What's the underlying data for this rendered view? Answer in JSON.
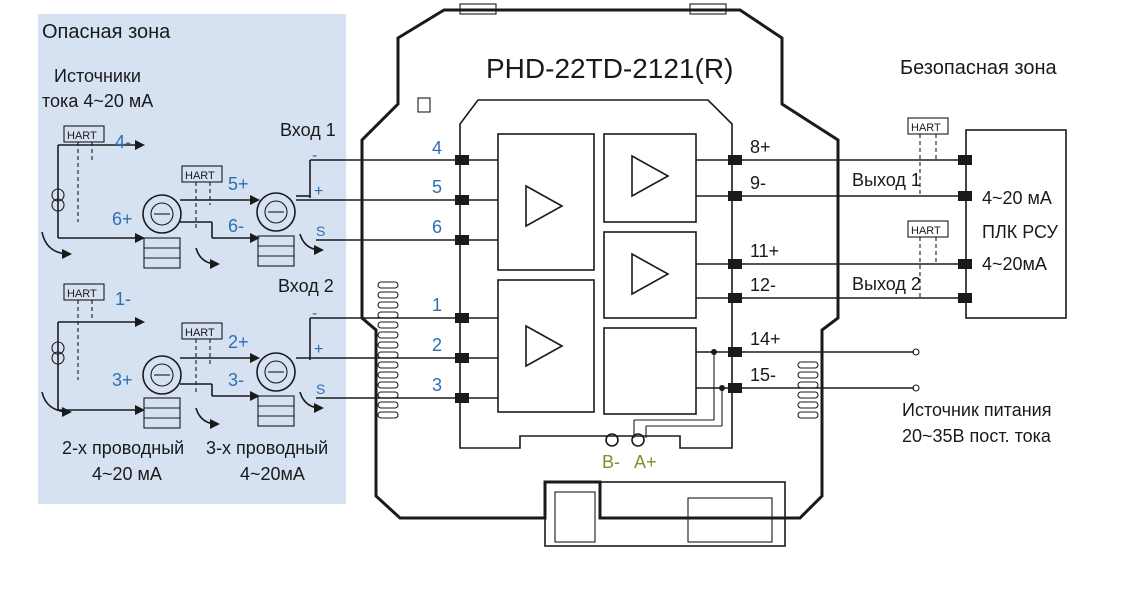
{
  "hazard": {
    "zone_title": "Опасная зона",
    "source_line1": "Источники",
    "source_line2": "тока 4~20 мА",
    "hart": "HART",
    "input1": "Вход 1",
    "input2": "Вход 2",
    "term_4m": "4-",
    "term_5p": "5+",
    "term_6p": "6+",
    "term_6m": "6-",
    "term_1m": "1-",
    "term_2p": "2+",
    "term_3p": "3+",
    "term_3m": "3-",
    "minus": "-",
    "plus": "+",
    "shield": "S",
    "two_wire_line1": "2-х проводный",
    "two_wire_line2": "4~20 мА",
    "three_wire_line1": "3-х проводный",
    "three_wire_line2": "4~20мА"
  },
  "device": {
    "model": "PHD-22TD-2121(R)",
    "in_terms": [
      "4",
      "5",
      "6",
      "1",
      "2",
      "3"
    ],
    "out_terms": [
      "8+",
      "9-",
      "11+",
      "12-",
      "14+",
      "15-"
    ],
    "bus_b": "B-",
    "bus_a": "A+"
  },
  "safe": {
    "zone_title": "Безопасная зона",
    "output1": "Выход 1",
    "output2": "Выход 2",
    "plc_line1": "4~20 мА",
    "plc_line2": "ПЛК РСУ",
    "plc_line3": "4~20мА",
    "hart": "HART",
    "power_line1": "Источник питания",
    "power_line2": "20~35В пост. тока"
  },
  "colors": {
    "hazard_bg": "#d6e1f2",
    "label_blue": "#2f6fb0",
    "bus_olive": "#8a8a2a"
  }
}
